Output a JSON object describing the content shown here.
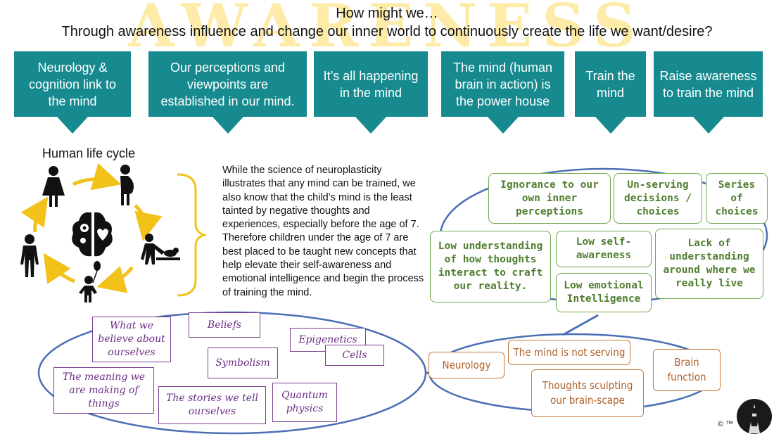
{
  "watermark": "AWARENESS",
  "header": {
    "line1": "How might we…",
    "line2": "Through awareness influence and change our inner world to continuously create the life we want/desire?"
  },
  "callouts": [
    {
      "label": "Neurology & cognition link to the mind"
    },
    {
      "label": "Our perceptions and viewpoints are established in our mind."
    },
    {
      "label": "It’s all happening in the mind"
    },
    {
      "label": "The mind (human brain in action) is the power house"
    },
    {
      "label": "Train the mind"
    },
    {
      "label": "Raise awareness to train the mind"
    }
  ],
  "life_cycle": {
    "title": "Human life cycle",
    "icons": [
      "woman-icon",
      "pregnant-woman-icon",
      "parent-changing-baby-icon",
      "child-balloon-icon",
      "man-icon",
      "brain-icon"
    ]
  },
  "paragraph": "While the science of neuroplasticity illustrates that any mind can be trained, we also know that the child’s mind is the least tainted by negative thoughts and experiences, especially before the age of 7. Therefore children under the age of 7 are best placed to be taught new concepts that help elevate their self-awareness and emotional intelligence and begin the process of training the mind.",
  "green_cluster": [
    "Ignorance to our own inner perceptions",
    "Un-serving decisions / choices",
    "Series of choices",
    "Low understanding of how thoughts interact to craft our reality.",
    "Low self-awareness",
    "Lack of understanding around where we really live",
    "Low emotional Intelligence"
  ],
  "purple_cluster": [
    "What we believe about ourselves",
    "Beliefs",
    "Epigenetics",
    "Cells",
    "Symbolism",
    "The meaning we are making of things",
    "The stories we tell ourselves",
    "Quantum physics"
  ],
  "orange_cluster": [
    "Neurology",
    "The mind is not serving",
    "Brain function",
    "Thoughts sculpting our brain-scape"
  ],
  "colors": {
    "teal": "#168a8f",
    "green": "#6fa84c",
    "purple": "#7b3f8f",
    "orange": "#c77a3a",
    "blue_line": "#4a6fb5",
    "yellow": "#f2c21b"
  },
  "footer": {
    "copyright": "© ™"
  }
}
